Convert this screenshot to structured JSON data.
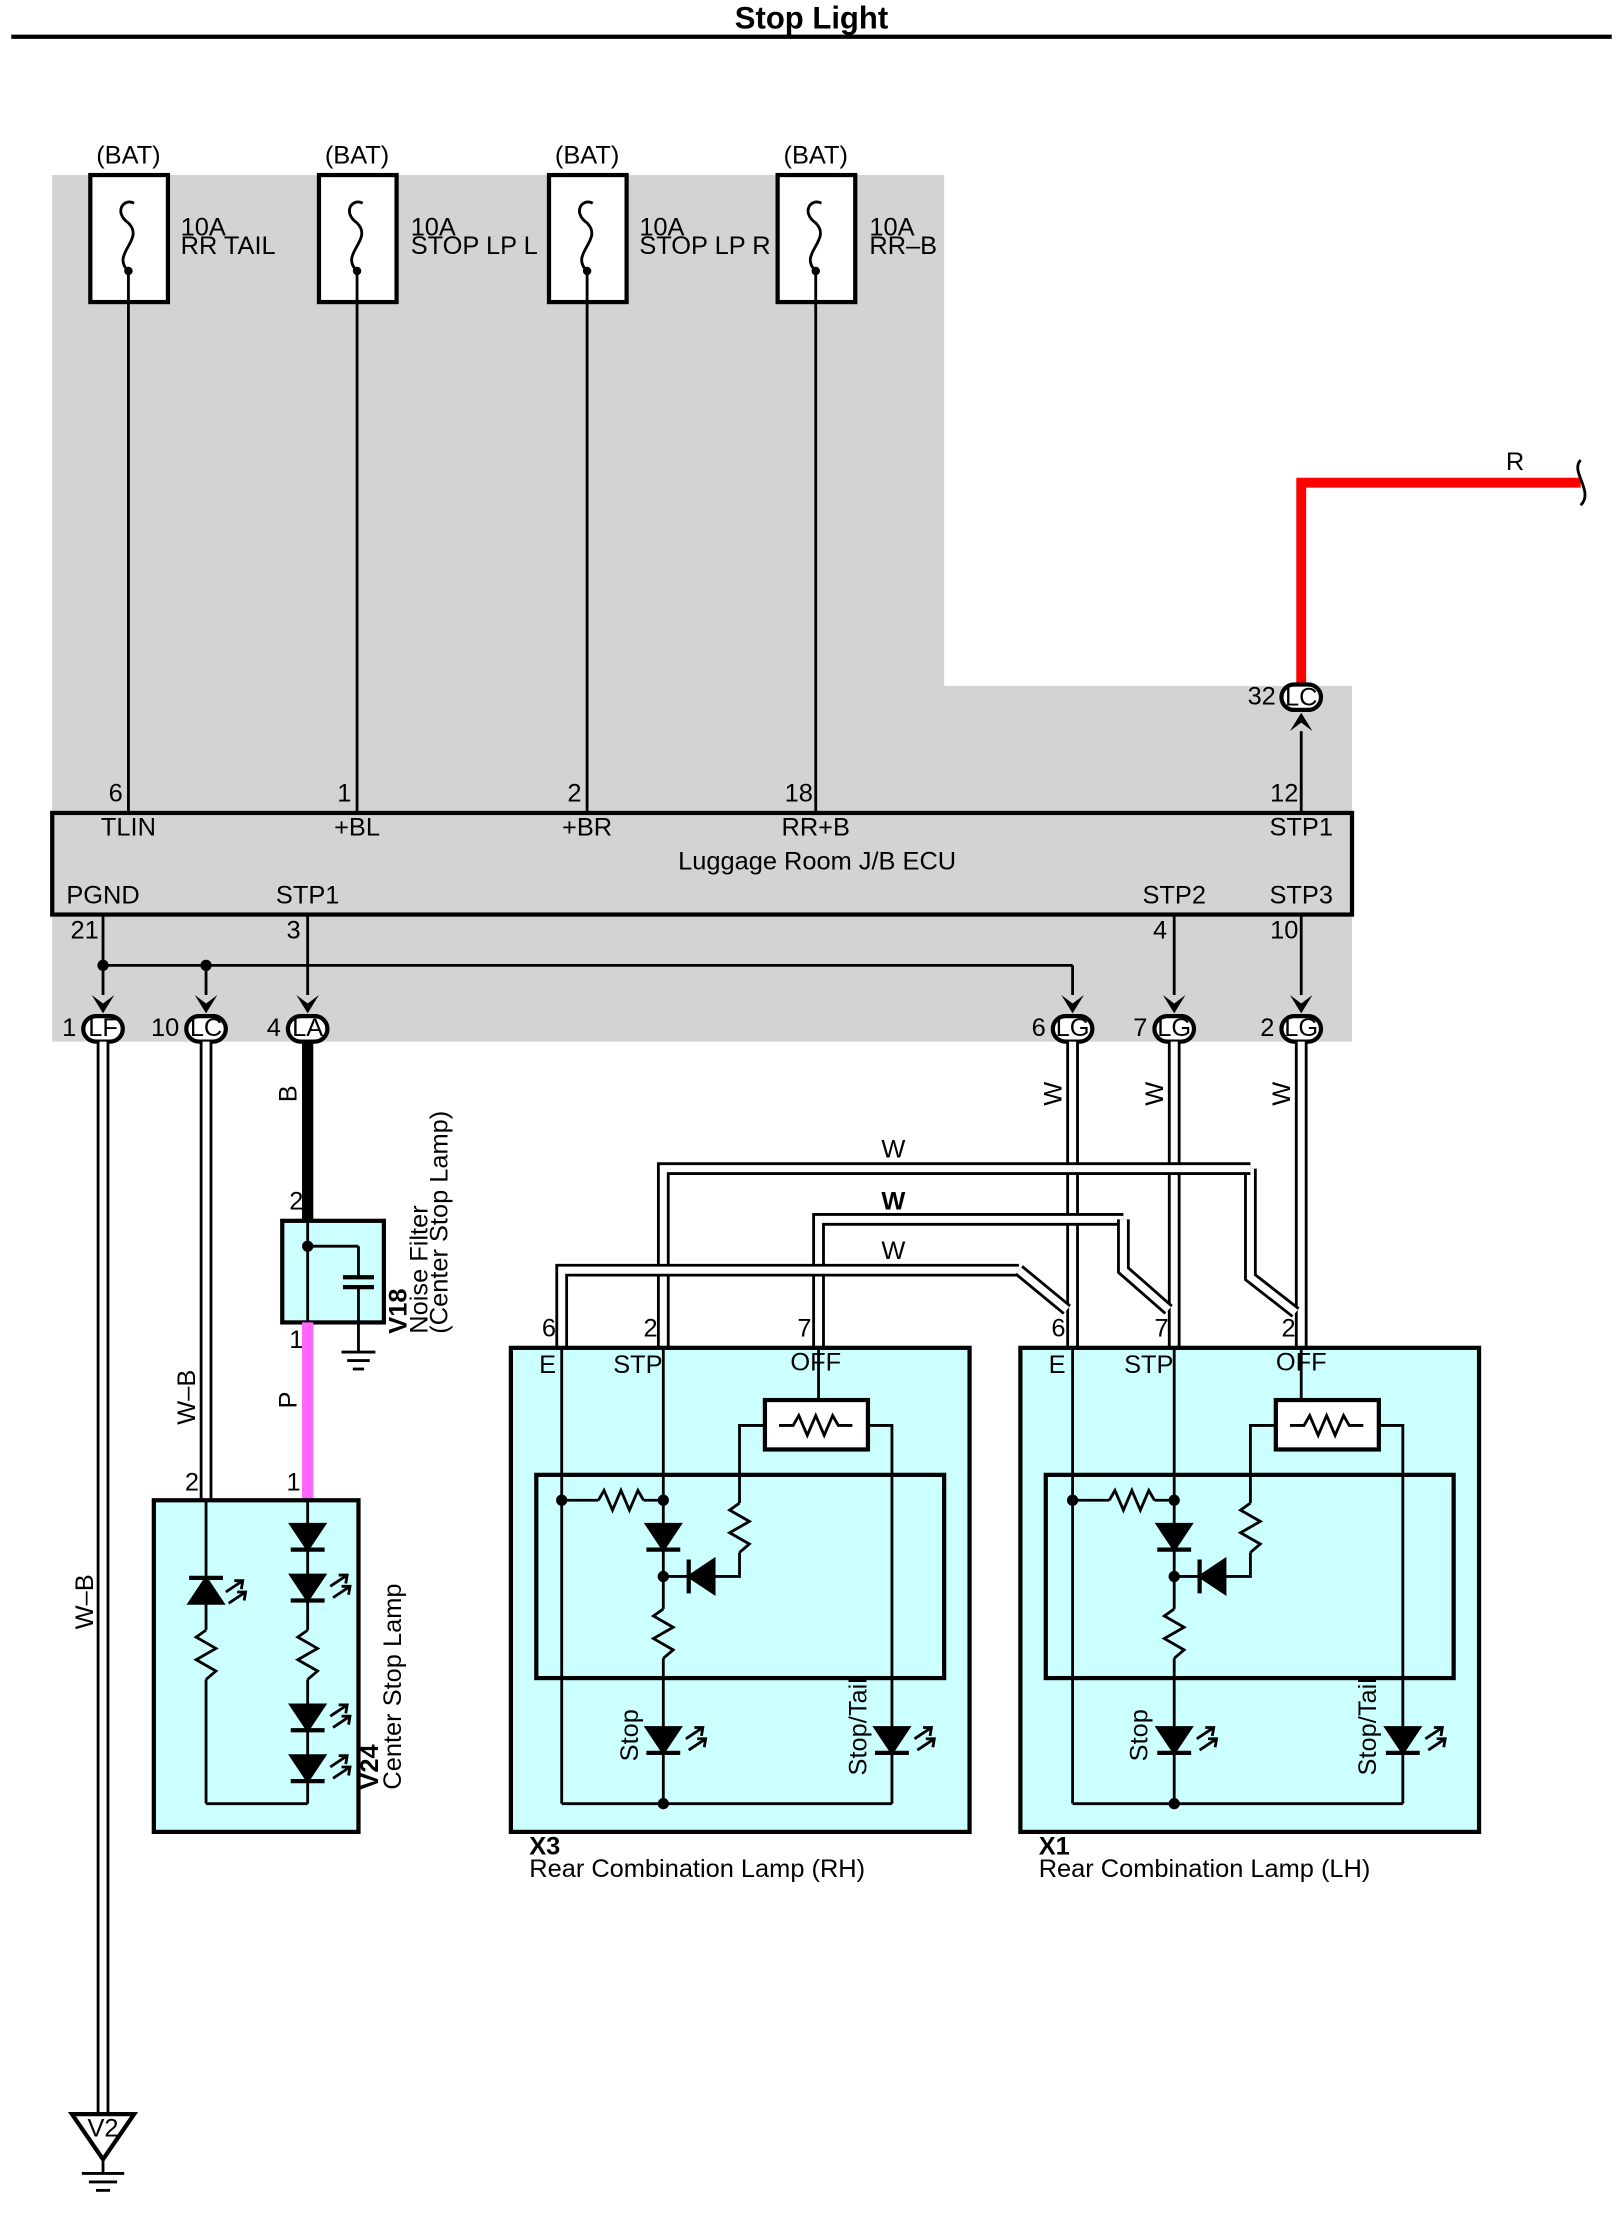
{
  "title": "Stop Light",
  "fuses": [
    {
      "source": "(BAT)",
      "rating": "10A",
      "name": "RR TAIL"
    },
    {
      "source": "(BAT)",
      "rating": "10A",
      "name": "STOP LP L"
    },
    {
      "source": "(BAT)",
      "rating": "10A",
      "name": "STOP LP R"
    },
    {
      "source": "(BAT)",
      "rating": "10A",
      "name": "RR–B"
    }
  ],
  "ecu": {
    "name": "Luggage Room J/B ECU",
    "top_pins": [
      {
        "num": "6",
        "label": "TLIN"
      },
      {
        "num": "1",
        "label": "+BL"
      },
      {
        "num": "2",
        "label": "+BR"
      },
      {
        "num": "18",
        "label": "RR+B"
      },
      {
        "num": "12",
        "label": "STP1"
      }
    ],
    "bottom_pins": [
      {
        "num": "21",
        "label": "PGND"
      },
      {
        "num": "3",
        "label": "STP1"
      },
      {
        "num": "4",
        "label": "STP2"
      },
      {
        "num": "10",
        "label": "STP3"
      }
    ]
  },
  "connectors": {
    "lc_top": {
      "num": "32",
      "code": "LC"
    },
    "lf": {
      "num": "1",
      "code": "LF"
    },
    "lc": {
      "num": "10",
      "code": "LC"
    },
    "la": {
      "num": "4",
      "code": "LA"
    },
    "lg6": {
      "num": "6",
      "code": "LG"
    },
    "lg7": {
      "num": "7",
      "code": "LG"
    },
    "lg2": {
      "num": "2",
      "code": "LG"
    }
  },
  "wire_colors": {
    "r": "R",
    "b": "B",
    "p": "P",
    "wb": "W–B",
    "w": "W"
  },
  "colors": {
    "red_wire": "#ff0000",
    "pink_wire": "#ff66ff",
    "shaded_area": "#d3d3d3",
    "component_fill": "#ccffff"
  },
  "noise_filter": {
    "code": "V18",
    "name": "Noise Filter",
    "sub": "(Center Stop Lamp)",
    "pin_top": "2",
    "pin_bottom": "1"
  },
  "center_lamp": {
    "code": "V24",
    "name": "Center Stop Lamp",
    "pin_left": "2",
    "pin_right": "1"
  },
  "lamp_rh": {
    "code": "X3",
    "name": "Rear Combination Lamp (RH)",
    "pins": [
      "6",
      "2",
      "7"
    ],
    "terms": [
      "E",
      "STP",
      "OFF"
    ],
    "stop": "Stop",
    "stoptail": "Stop/Tail"
  },
  "lamp_lh": {
    "code": "X1",
    "name": "Rear Combination Lamp (LH)",
    "pins": [
      "6",
      "7",
      "2"
    ],
    "terms": [
      "E",
      "STP",
      "OFF"
    ],
    "stop": "Stop",
    "stoptail": "Stop/Tail"
  },
  "ground": {
    "code": "V2"
  }
}
